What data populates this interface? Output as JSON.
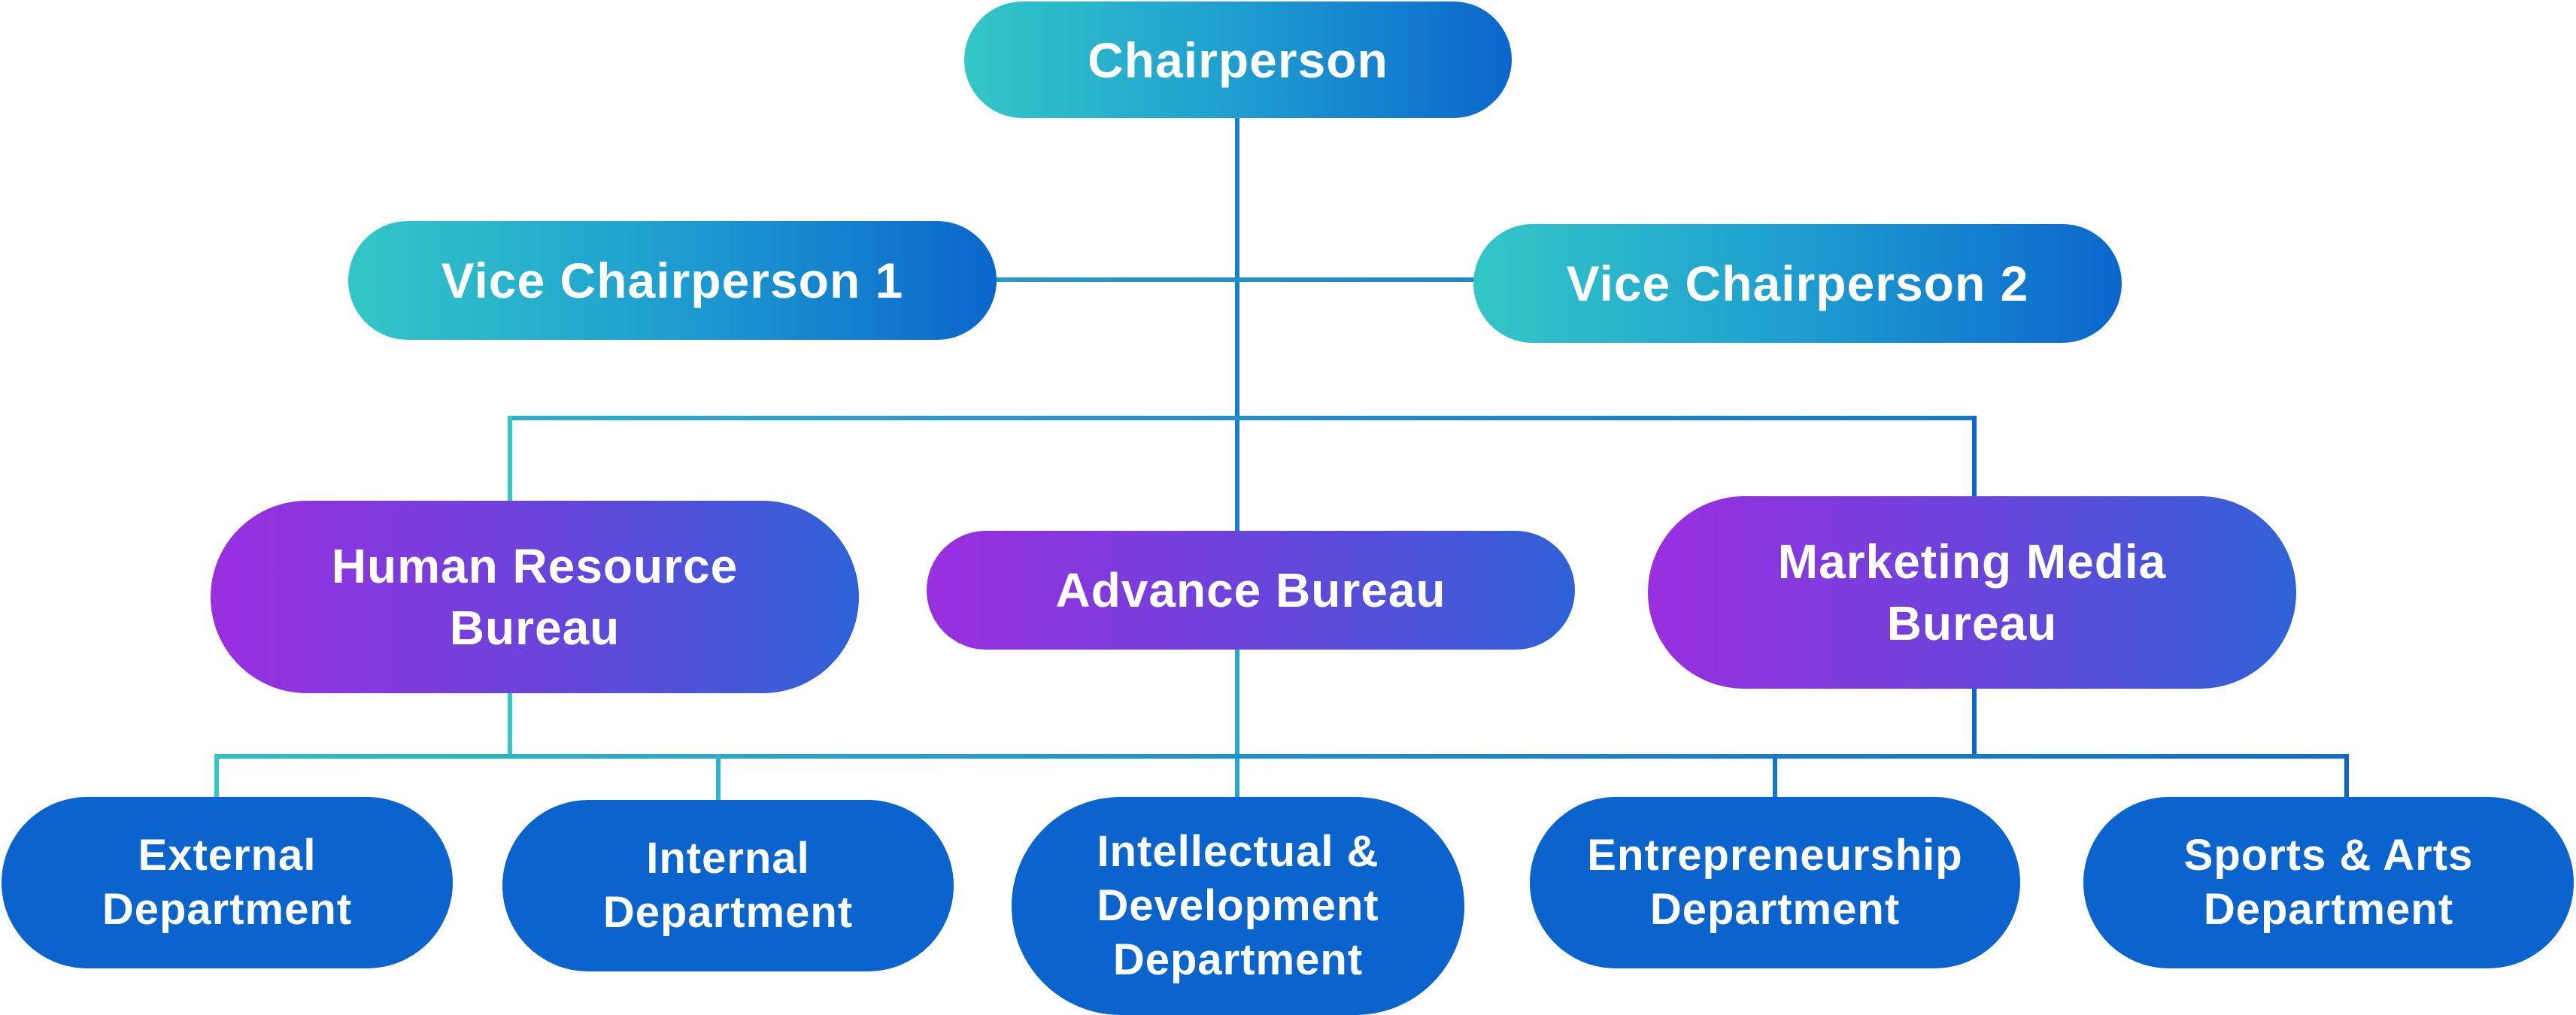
{
  "chart": {
    "nodes": {
      "chairperson": "Chairperson",
      "vice1": "Vice Chairperson 1",
      "vice2": "Vice Chairperson 2",
      "hr": "Human Resource\nBureau",
      "advance": "Advance Bureau",
      "marketing": "Marketing Media\nBureau",
      "external": "External\nDepartment",
      "internal": "Internal\nDepartment",
      "intellectual": "Intellectual &\nDevelopment\nDepartment",
      "entrepreneurship": "Entrepreneurship\nDepartment",
      "sports": "Sports & Arts\nDepartment"
    },
    "colors": {
      "teal": "#33c7c7",
      "blue": "#0b66cc",
      "purple": "#9a2fe0",
      "department": "#0b63ce"
    }
  }
}
